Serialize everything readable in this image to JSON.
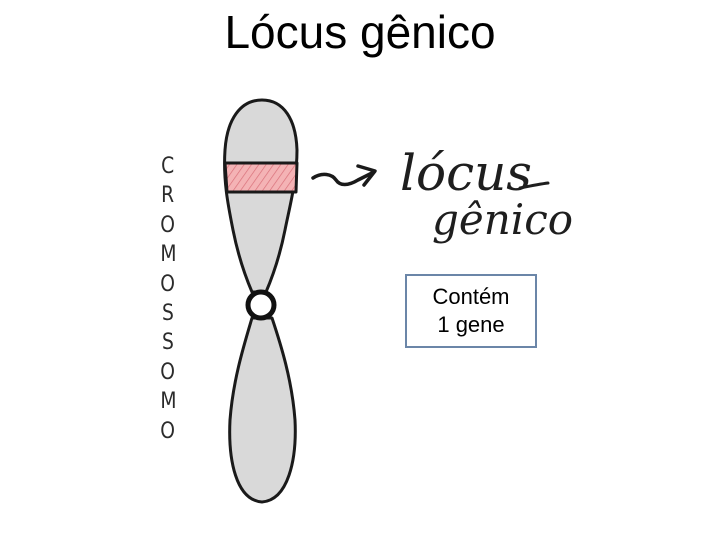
{
  "title": "Lócus gênico",
  "vertical_label": [
    "C",
    "R",
    "O",
    "M",
    "O",
    "S",
    "S",
    "O",
    "M",
    "O"
  ],
  "handwritten_label": {
    "line1": "lócus",
    "line2": "gênico"
  },
  "info_box": {
    "line1": "Contém",
    "line2": "1 gene"
  },
  "colors": {
    "chromosome_fill": "#d8d8d8",
    "chromosome_outline": "#1a1a1a",
    "locus_band": "#f2a0a3",
    "box_border": "#6b86a8"
  },
  "icons": [
    "chromosome-drawing",
    "arrow-icon"
  ]
}
